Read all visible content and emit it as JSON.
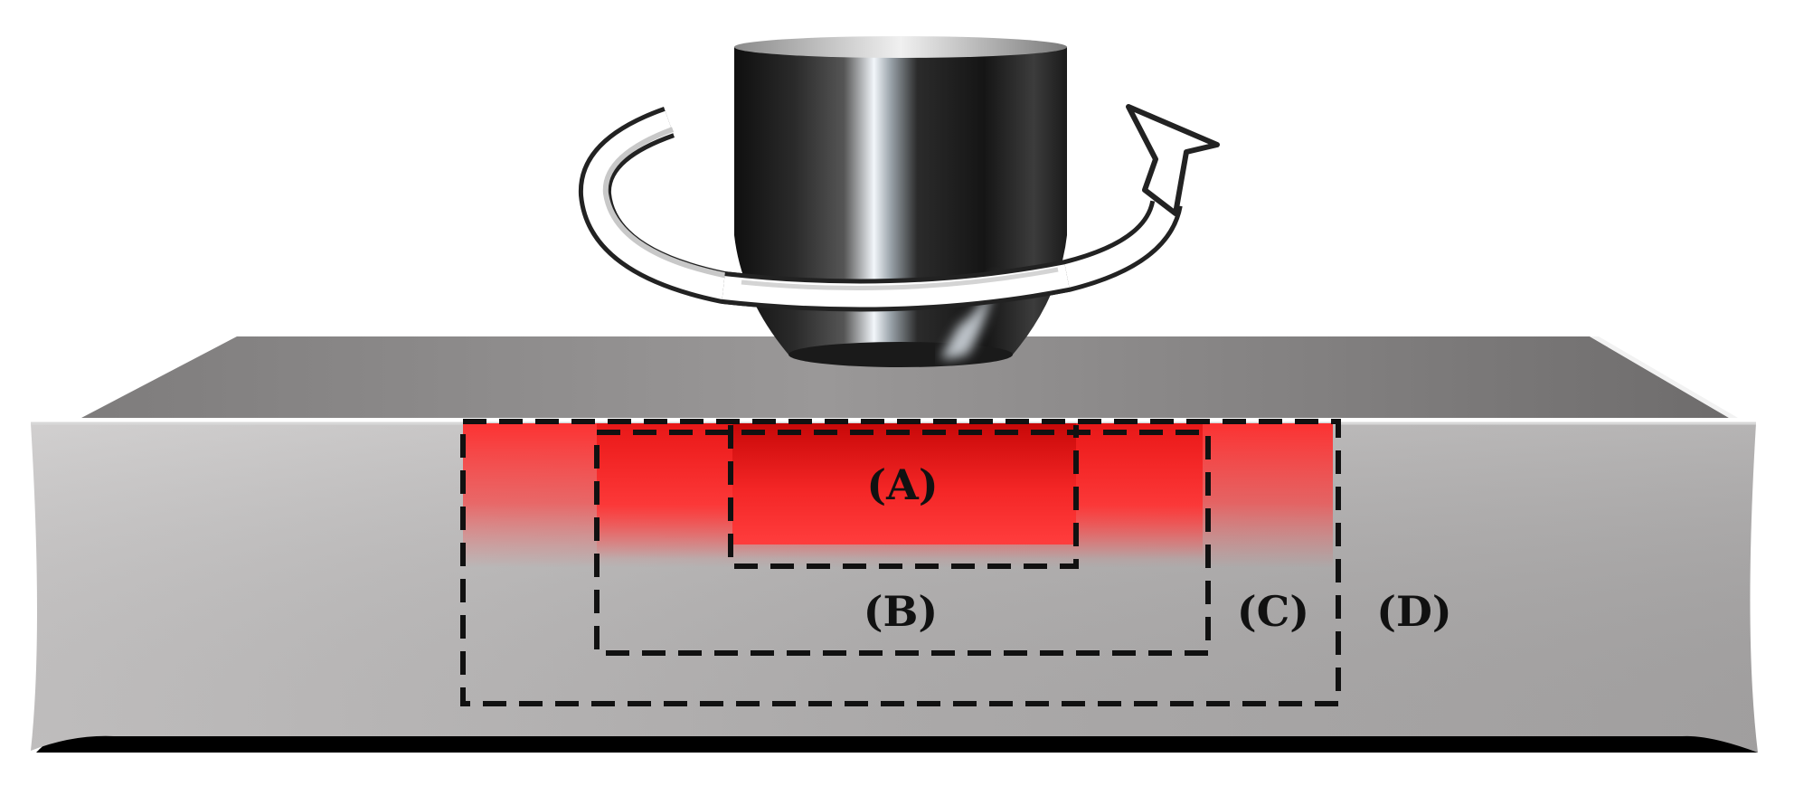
{
  "figure": {
    "zones": [
      {
        "id": "A",
        "label": "(A)"
      },
      {
        "id": "B",
        "label": "(B)"
      },
      {
        "id": "C",
        "label": "(C)"
      },
      {
        "id": "D",
        "label": "(D)"
      }
    ],
    "colors": {
      "heat": "#ff2a2a",
      "heat_core": "#d40a0a",
      "workpiece_front": "#b8b6b6",
      "workpiece_top": "#8e8c8c",
      "tool_dark": "#1c1c1c",
      "tool_highlight": "#e6eef5",
      "arrow_fill": "#ffffff",
      "arrow_outline": "#222222",
      "boundary_dash": "#111111"
    },
    "icons": [
      "rotation-arrow-icon",
      "tool-shoulder-icon"
    ]
  }
}
